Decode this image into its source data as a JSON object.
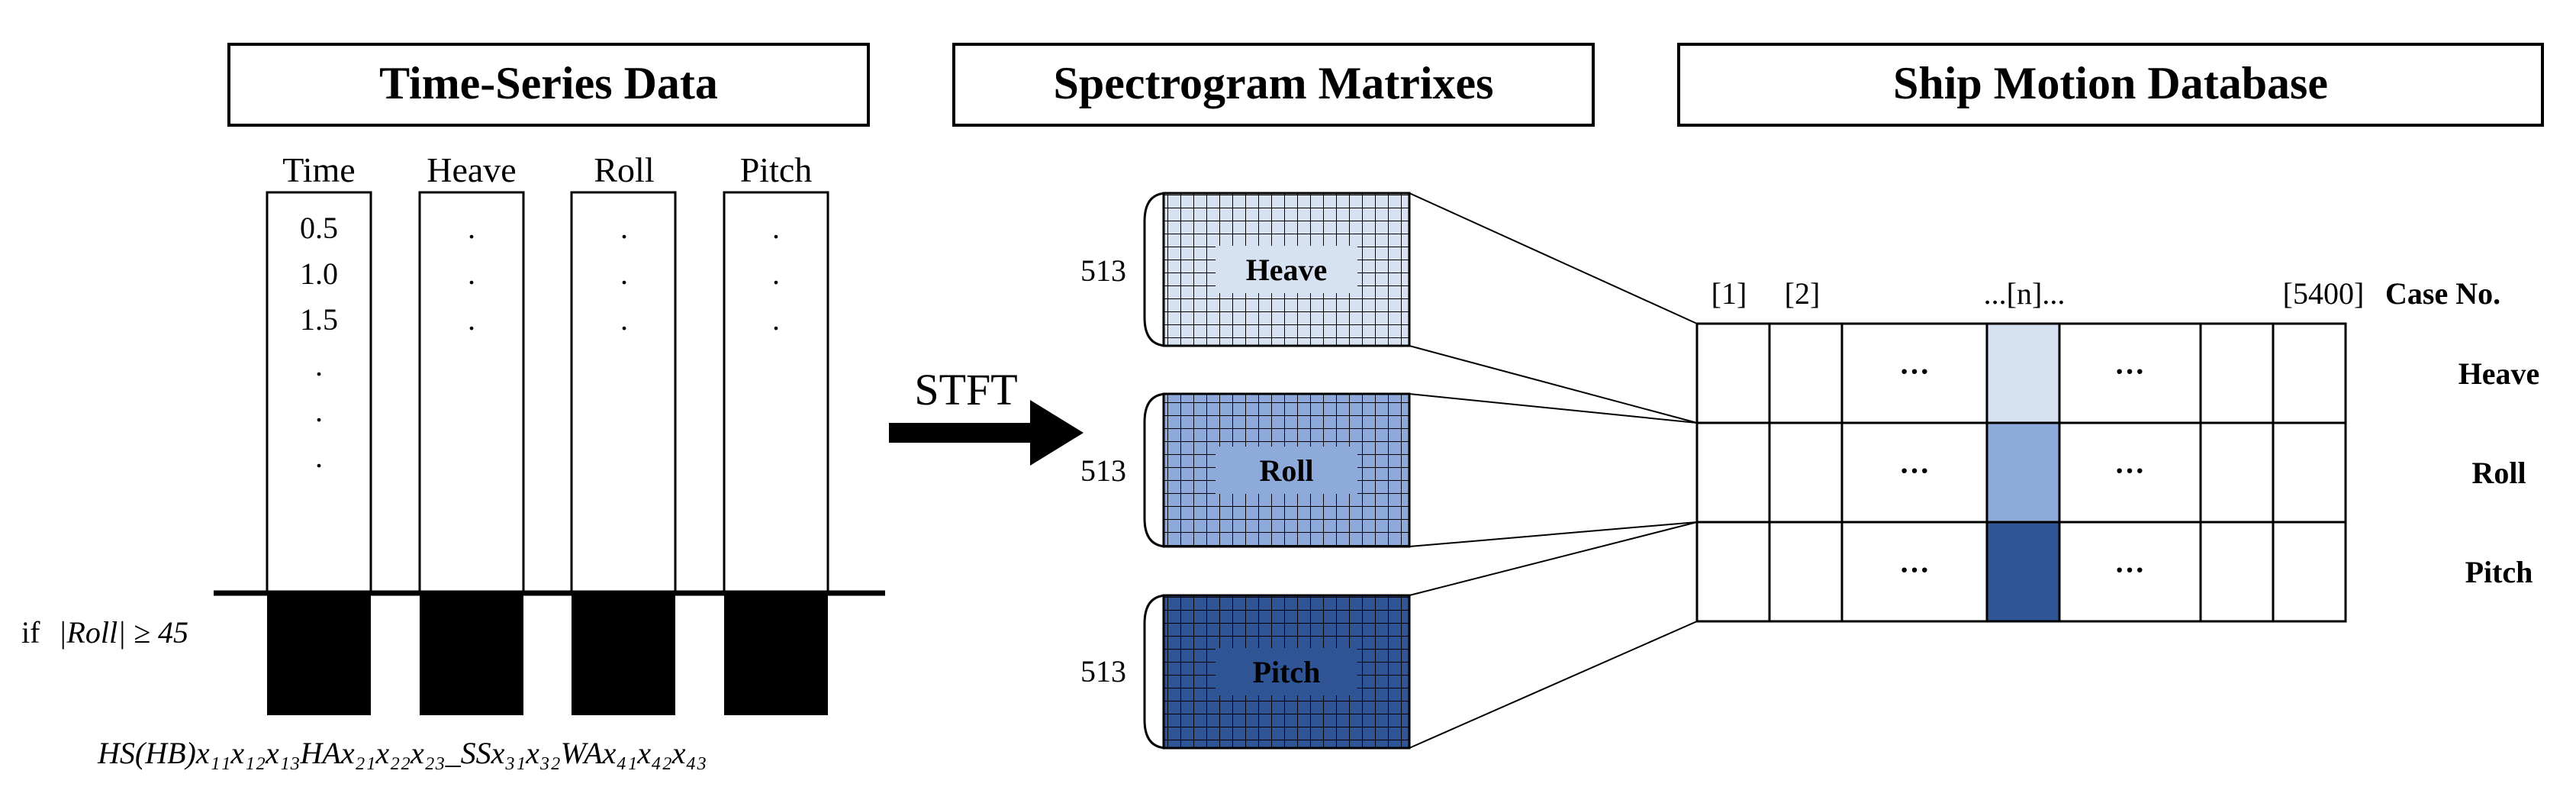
{
  "sections": {
    "time_series": "Time-Series Data",
    "spectrogram": "Spectrogram Matrixes",
    "database": "Ship Motion Database"
  },
  "time_series": {
    "columns": [
      "Time",
      "Heave",
      "Roll",
      "Pitch"
    ],
    "time_values": [
      "0.5",
      "1.0",
      "1.5"
    ],
    "ellipsis": "."
  },
  "condition": {
    "prefix": "if",
    "math": "|Roll| ≥ 45"
  },
  "labels_formula": "HS(HB)x₁₁x₁₂x₁₃HAx₂₁x₂₂x₂₃_SSx₃₁x₃₂WAx₄₁x₄₂x₄₃",
  "transform": {
    "label": "STFT"
  },
  "spectrogram": {
    "size_label": "513",
    "matrices": [
      {
        "name": "Heave",
        "color": "#d6e1f2"
      },
      {
        "name": "Roll",
        "color": "#8eaadb"
      },
      {
        "name": "Pitch",
        "color": "#2f5597"
      }
    ]
  },
  "database": {
    "case_labels": [
      "[1]",
      "[2]",
      "...[n]...",
      "[5400]"
    ],
    "case_header": "Case No.",
    "rows": [
      "Heave",
      "Roll",
      "Pitch"
    ],
    "ellipsis": "···",
    "highlight_colors": [
      "#d6e1f2",
      "#8eaadb",
      "#2f5597"
    ]
  }
}
